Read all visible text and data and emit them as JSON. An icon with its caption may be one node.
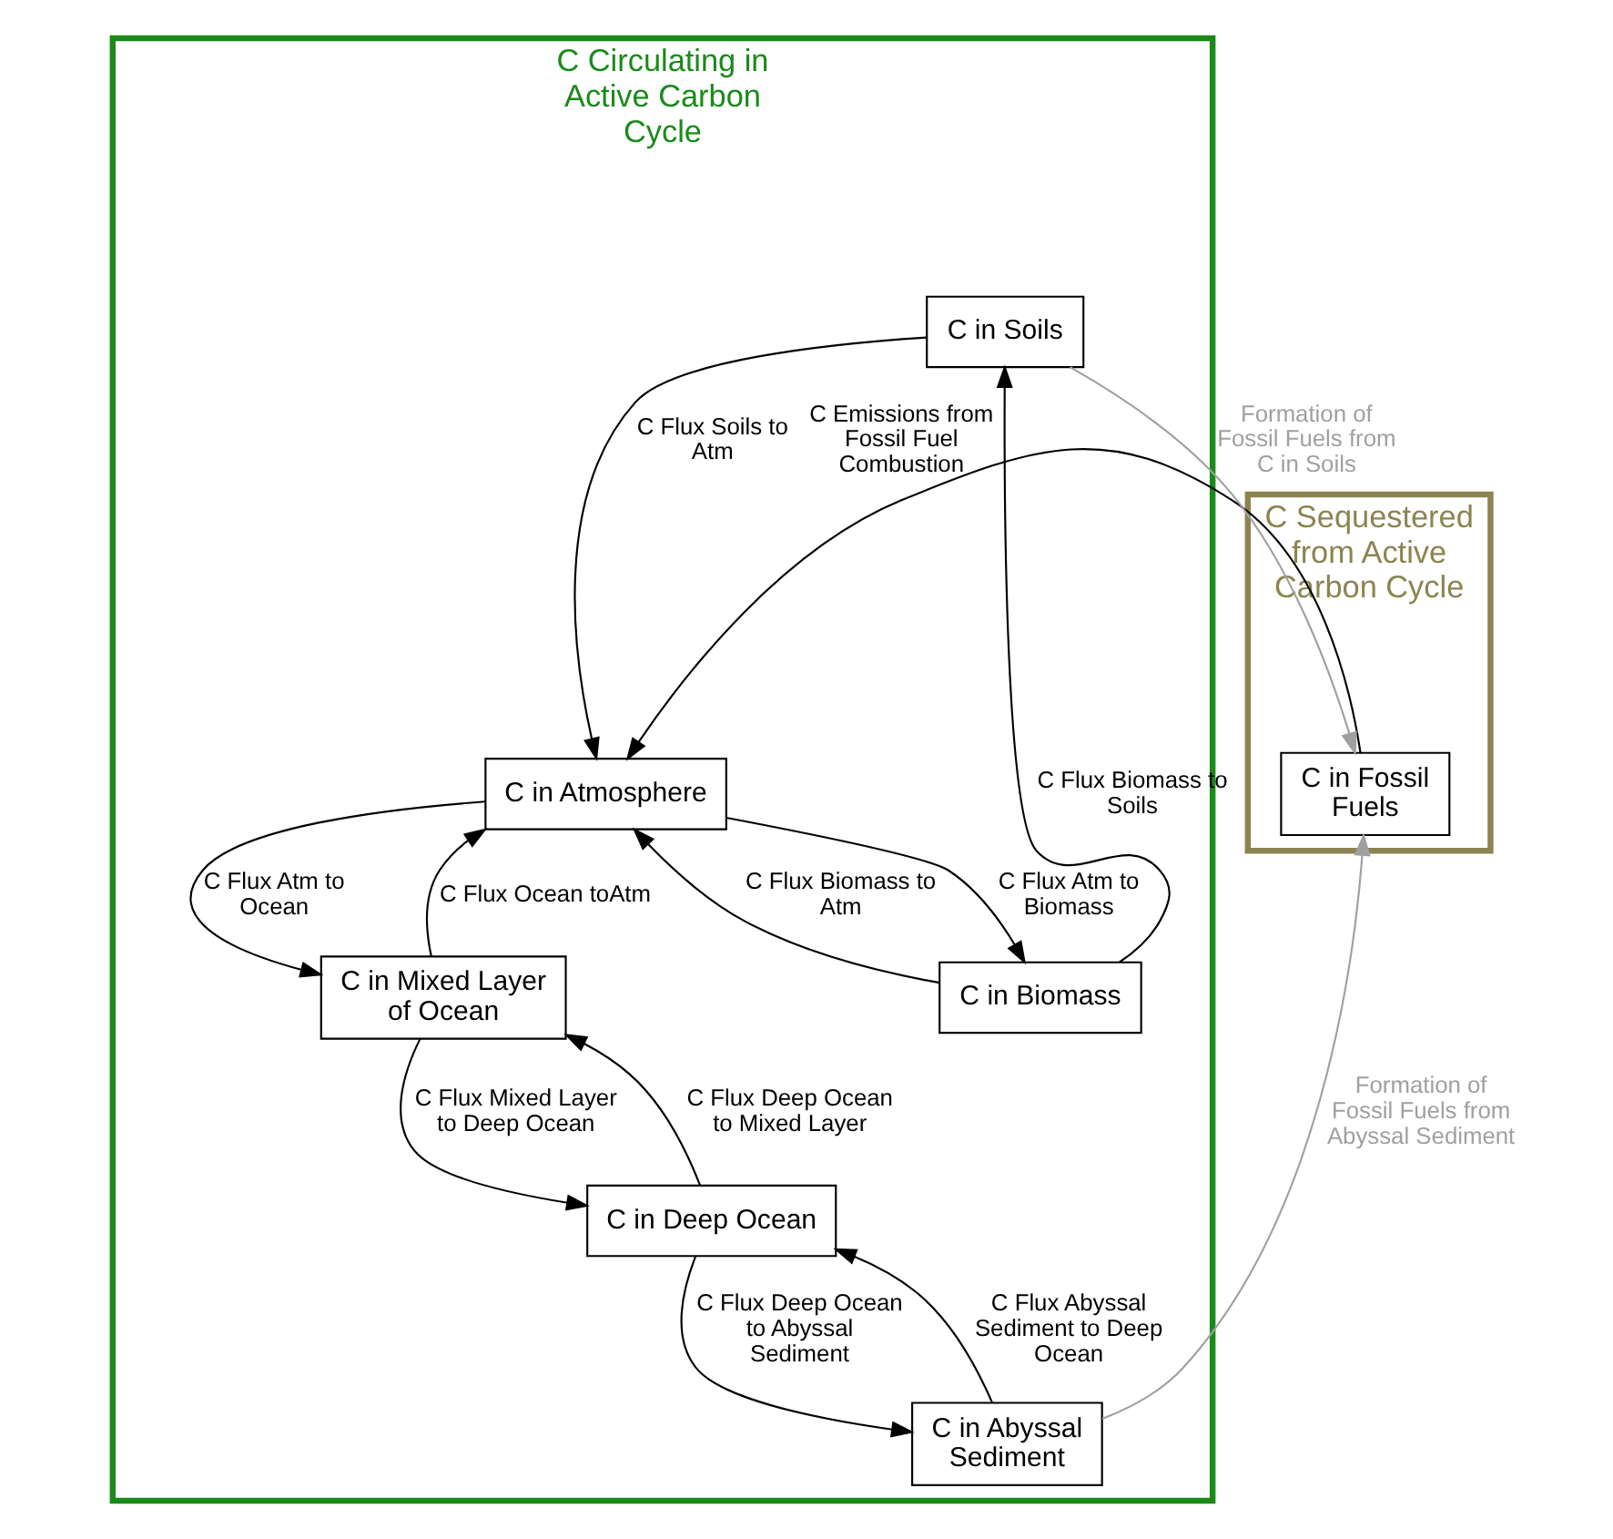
{
  "diagram": {
    "nodes": [
      {
        "text": [
          "C Sequestered from Active Carbon Cycle"
        ]
      },
      {
        "text": [
          "C Circulating in Active Carbon Cycle"
        ]
      },
      {
        "text": [
          "C in Fossil Fuels"
        ],
        "in": 0
      },
      {
        "text": [
          "C in Soils"
        ],
        "in": 1
      },
      {
        "text": [
          "C in Biomass"
        ],
        "in": 1
      },
      {
        "text": [
          "C in Atmosphere"
        ],
        "in": 1
      },
      {
        "text": [
          "C in Mixed Layer of Ocean"
        ],
        "in": 1
      },
      {
        "text": [
          "C in Deep Ocean"
        ],
        "in": 1
      },
      {
        "text": [
          "C in Abyssal Sediment"
        ],
        "in": 1
      }
    ],
    "edges": [
      {
        "from": 3,
        "to": 2,
        "arrow": "to",
        "label": "Formation of Fossil Fuels from C in Soils",
        "color": "#a0a0a0"
      },
      {
        "from": 3,
        "to": 5,
        "arrow": "to",
        "label": "C Flux Soils to Atm"
      },
      {
        "from": 4,
        "to": 3,
        "arrow": "to",
        "label": "C Flux Biomass to Soils"
      },
      {
        "from": 2,
        "to": 5,
        "arrow": "to",
        "label": "C Emissions from Fossil Fuel Combustion"
      },
      {
        "from": 4,
        "to": 5,
        "arrow": "to",
        "label": "C Flux Biomass to Atm"
      },
      {
        "from": 5,
        "to": 4,
        "arrow": "to",
        "label": "C Flux Atm to Biomass"
      },
      {
        "from": 5,
        "to": 6,
        "arrow": "to",
        "label": "C Flux Atm to Ocean"
      },
      {
        "from": 6,
        "to": 5,
        "arrow": "to",
        "label": "C Flux Ocean toAtm"
      },
      {
        "from": 6,
        "to": 7,
        "arrow": "to",
        "label": "C Flux Mixed Layer to Deep Ocean"
      },
      {
        "from": 7,
        "to": 6,
        "arrow": "to",
        "label": "C Flux Deep Ocean to Mixed Layer"
      },
      {
        "from": 7,
        "to": 8,
        "arrow": "to",
        "label": "C Flux Deep Ocean to Abyssal Sediment"
      },
      {
        "from": 8,
        "to": 7,
        "arrow": "to",
        "label": "C Flux Abyssal Sediment to Deep Ocean"
      },
      {
        "from": 8,
        "to": 2,
        "arrow": "to",
        "label": "Formation of Fossil Fuels from Abyssal Sediment",
        "color": "#a0a0a0"
      }
    ]
  }
}
